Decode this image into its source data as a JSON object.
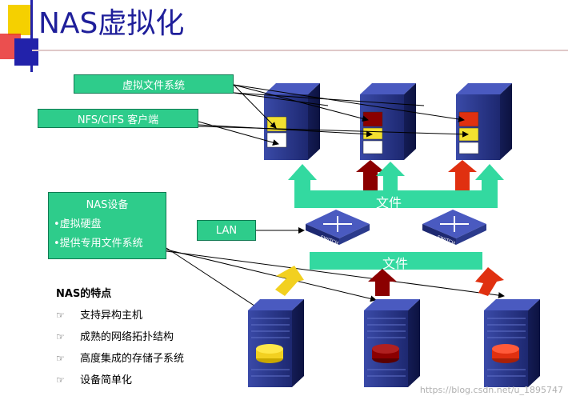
{
  "title": "NAS虚拟化",
  "labels": {
    "virtual_fs": "虚拟文件系统",
    "nfs_cifs": "NFS/CIFS 客户端",
    "lan": "LAN",
    "file_top": "文件",
    "file_bottom": "文件"
  },
  "nas_device": {
    "title": "NAS设备",
    "items": [
      "•虚拟硬盘",
      "•提供专用文件系统"
    ]
  },
  "features": {
    "heading": "NAS的特点",
    "bullet_icon": "pointing-hand-icon",
    "items": [
      "支持异构主机",
      "成熟的网络拓扑结构",
      "高度集成的存储子系统",
      "设备简单化"
    ]
  },
  "switch_label": "SWITCH",
  "watermark": "https://blog.csdn.net/u_1895747",
  "colors": {
    "title": "#1f1f9a",
    "label_green": "#2ecc8b",
    "band_green": "#33d9a0",
    "server_blue": "#2b3a8c",
    "disk_yellow": "#f2d020",
    "disk_darkred": "#8b0000",
    "disk_red": "#e03010"
  }
}
